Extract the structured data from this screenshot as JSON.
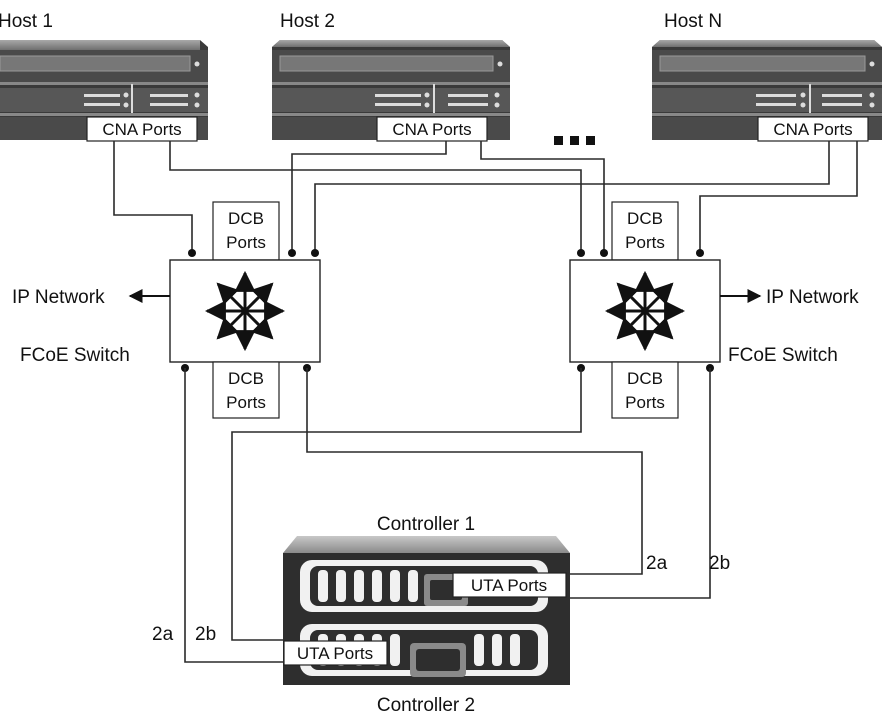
{
  "hosts": [
    {
      "name": "Host 1",
      "port_label": "CNA Ports"
    },
    {
      "name": "Host 2",
      "port_label": "CNA Ports"
    },
    {
      "name": "Host N",
      "port_label": "CNA Ports"
    }
  ],
  "ellipsis": "...",
  "switches": [
    {
      "name": "FCoE Switch",
      "top_ports": [
        "DCB",
        "Ports"
      ],
      "bottom_ports": [
        "DCB",
        "Ports"
      ],
      "network_label": "IP Network"
    },
    {
      "name": "FCoE Switch",
      "top_ports": [
        "DCB",
        "Ports"
      ],
      "bottom_ports": [
        "DCB",
        "Ports"
      ],
      "network_label": "IP Network"
    }
  ],
  "controllers": [
    {
      "name": "Controller 1",
      "port_label": "UTA Ports",
      "links": [
        "2a",
        "2b"
      ]
    },
    {
      "name": "Controller 2",
      "port_label": "UTA Ports",
      "links": [
        "2a",
        "2b"
      ]
    }
  ]
}
